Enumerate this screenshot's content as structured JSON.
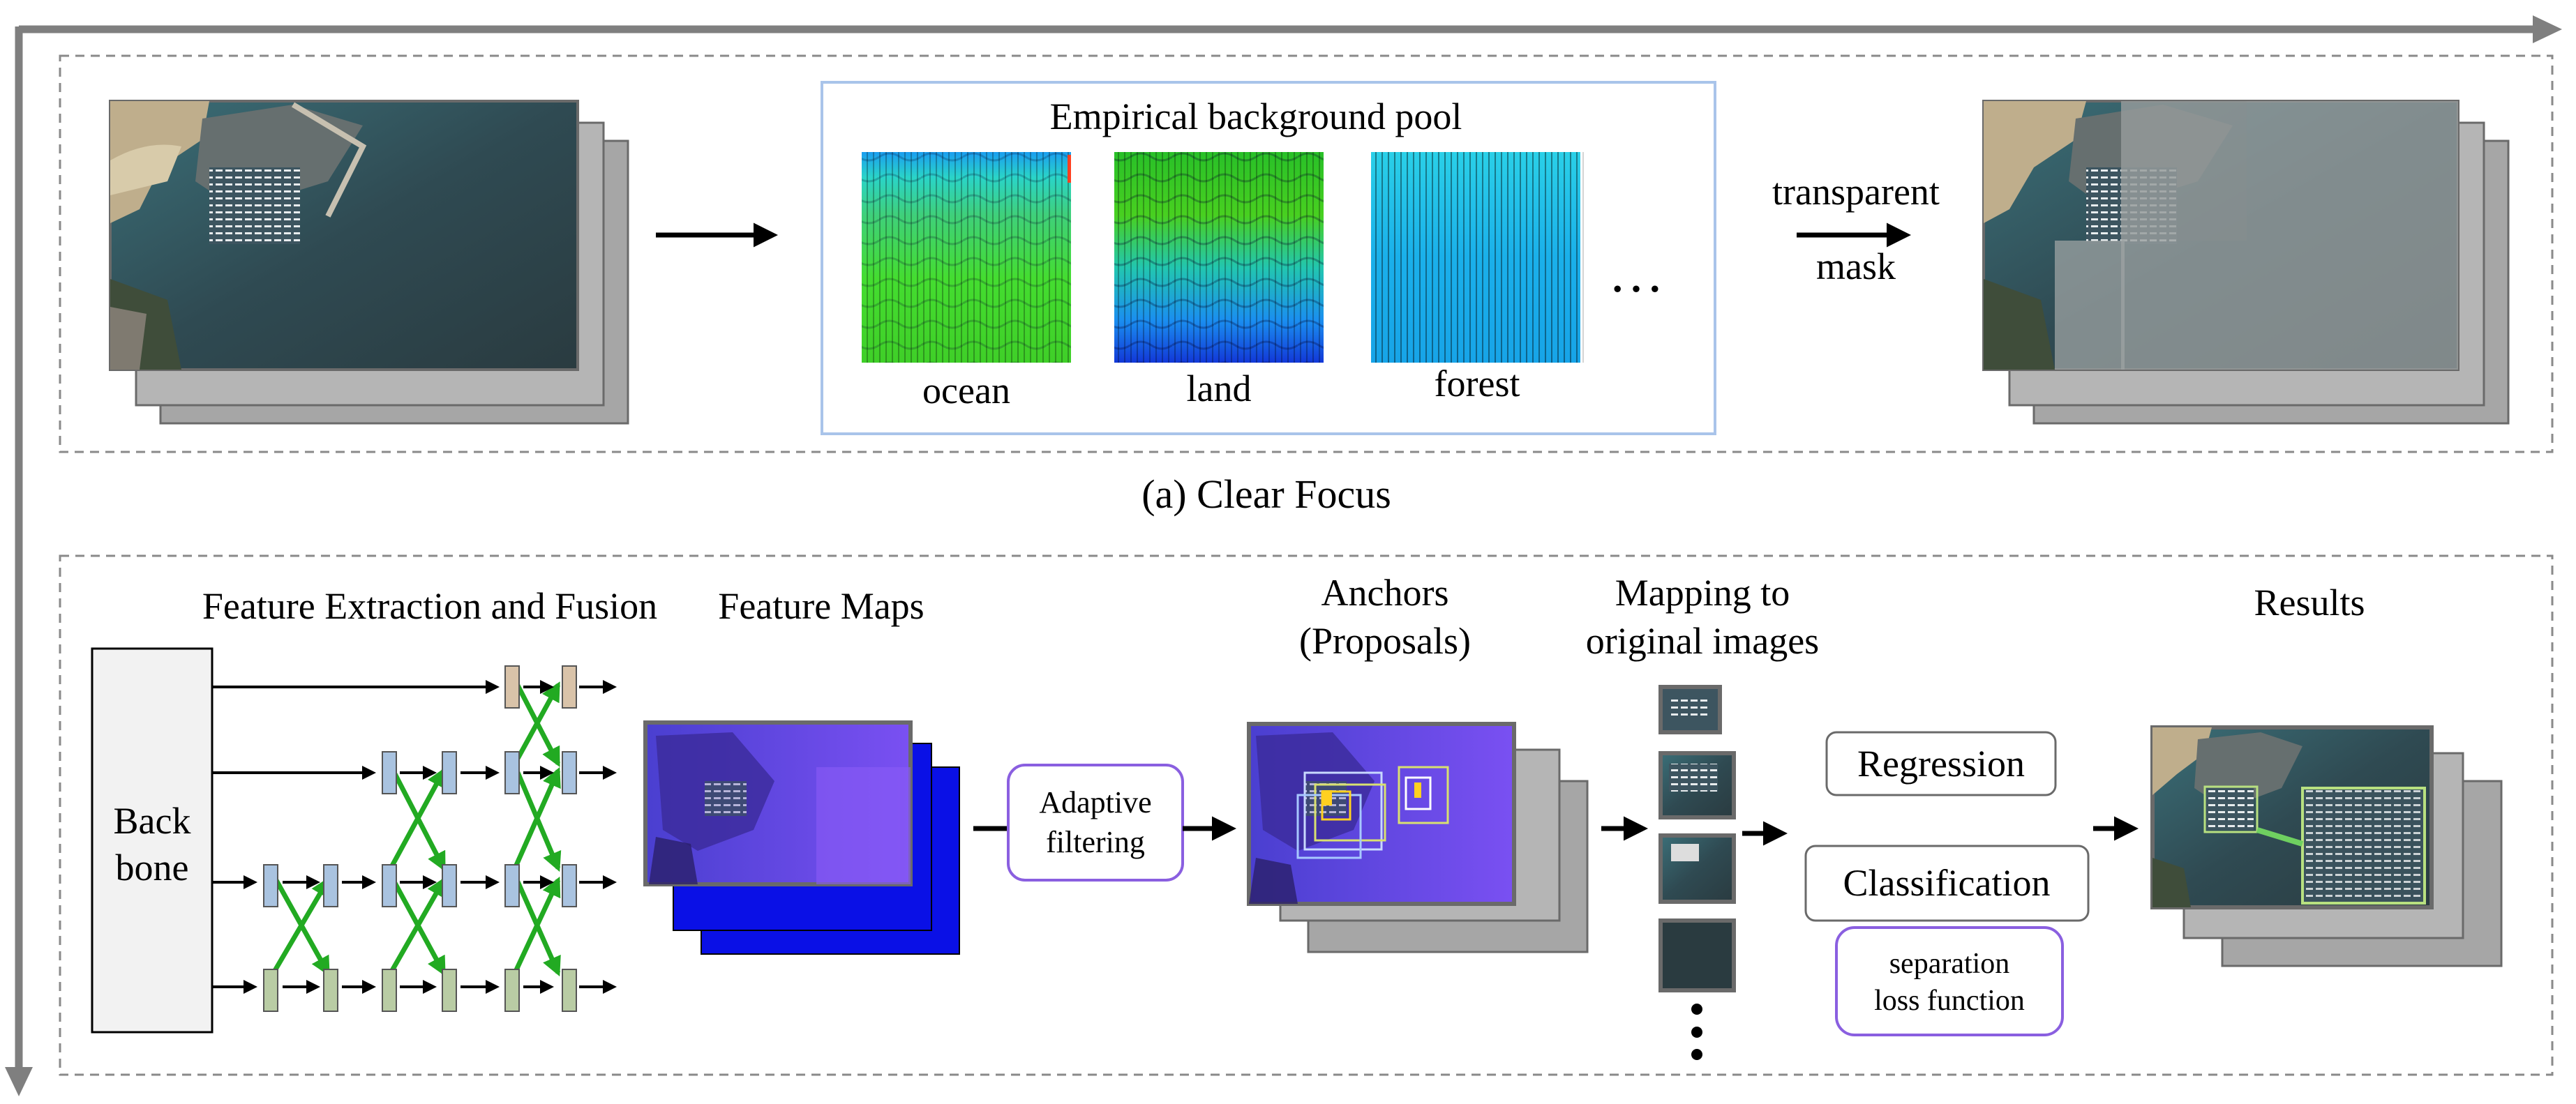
{
  "panel_a": {
    "pool_title": "Empirical background pool",
    "pool_items": [
      {
        "label": "ocean"
      },
      {
        "label": "land"
      },
      {
        "label": "forest"
      }
    ],
    "ellipsis": "…",
    "mask_label_top": "transparent",
    "mask_label_bottom": "mask",
    "caption": "(a) Clear Focus"
  },
  "panel_b": {
    "feature_title": "Feature Extraction and Fusion",
    "backbone_line1": "Back",
    "backbone_line2": "bone",
    "feature_maps_title": "Feature Maps",
    "adaptive_line1": "Adaptive",
    "adaptive_line2": "filtering",
    "anchors_line1": "Anchors",
    "anchors_line2": "(Proposals)",
    "mapping_line1": "Mapping to",
    "mapping_line2": "original images",
    "regression": "Regression",
    "classification": "Classification",
    "separation_line1": "separation",
    "separation_line2": "loss function",
    "results_title": "Results"
  },
  "colors": {
    "arrow_gray": "#7f7f7f",
    "sea": "#2f4a52",
    "feature_purple": "#6a4ef0",
    "feature_blue": "#0a10e6",
    "fusion_green": "#22aa22",
    "node_blue": "#a9c3e0",
    "node_green": "#b9cca4",
    "node_tan": "#d9c3a9",
    "box_purple": "#8a5fe0",
    "pool_border": "#a9c4ea"
  }
}
